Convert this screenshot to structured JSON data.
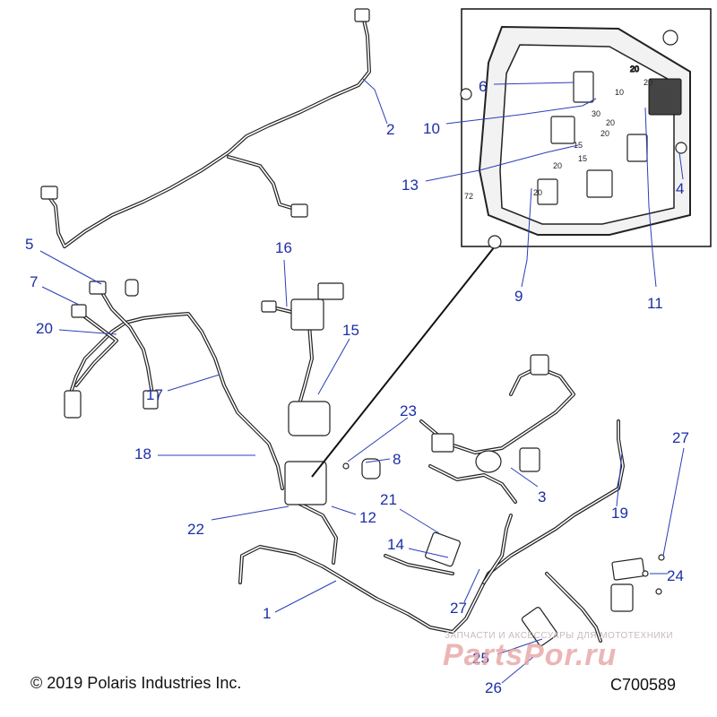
{
  "callouts": [
    "1",
    "2",
    "3",
    "4",
    "5",
    "6",
    "7",
    "8",
    "9",
    "10",
    "11",
    "12",
    "13",
    "14",
    "15",
    "16",
    "17",
    "18",
    "19",
    "20",
    "21",
    "22",
    "23",
    "24",
    "25",
    "26",
    "27",
    "27"
  ],
  "inset_labels": [
    "20",
    "20",
    "10",
    "30",
    "20",
    "20",
    "15",
    "20",
    "20",
    "15",
    "72"
  ],
  "footer": {
    "copyright": "© 2019 Polaris Industries Inc.",
    "ref_code": "C700589"
  },
  "watermark": {
    "line": "ЗАПЧАСТИ И АКСЕССУАРЫ ДЛЯ МОТОТЕХНИКИ",
    "logo": "PartsPor.ru"
  }
}
